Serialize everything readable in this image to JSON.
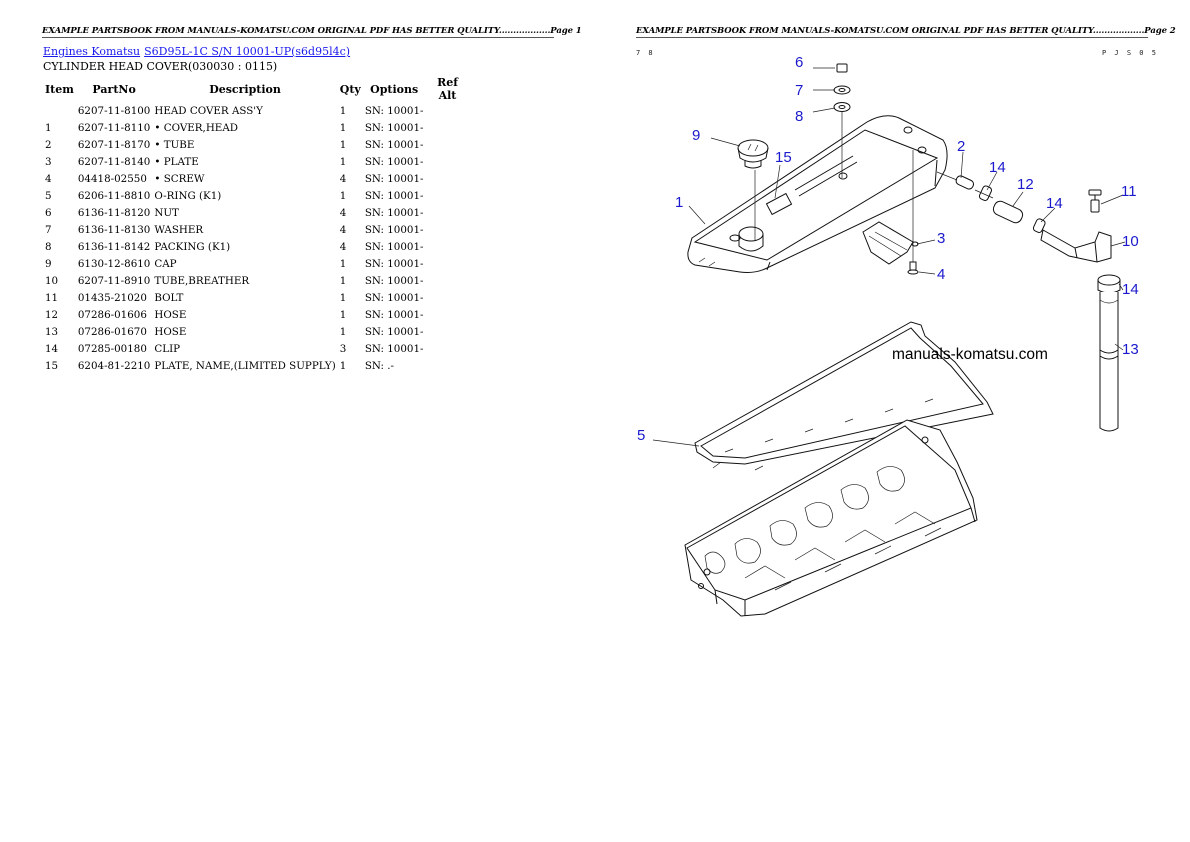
{
  "pages": {
    "left_header": "EXAMPLE PARTSBOOK FROM MANUALS-KOMATSU.COM ORIGINAL PDF HAS BETTER QUALITY..................Page 1",
    "right_header": "EXAMPLE PARTSBOOK FROM MANUALS-KOMATSU.COM ORIGINAL PDF HAS BETTER QUALITY..................Page 2"
  },
  "breadcrumb": {
    "link1": "Engines Komatsu",
    "link2": "S6D95L-1C S/N 10001-UP(s6d95l4c)"
  },
  "section_title": "CYLINDER HEAD COVER(030030 : 0115)",
  "table": {
    "headers": [
      "Item",
      "PartNo",
      "Description",
      "Qty",
      "Options",
      "Ref Alt"
    ],
    "rows": [
      {
        "item": "",
        "partno": "6207-11-8100",
        "desc": "HEAD COVER ASS'Y",
        "qty": "1",
        "opt": "SN: 10001-"
      },
      {
        "item": "1",
        "partno": "6207-11-8110",
        "desc": "• COVER,HEAD",
        "qty": "1",
        "opt": "SN: 10001-"
      },
      {
        "item": "2",
        "partno": "6207-11-8170",
        "desc": "• TUBE",
        "qty": "1",
        "opt": "SN: 10001-"
      },
      {
        "item": "3",
        "partno": "6207-11-8140",
        "desc": "• PLATE",
        "qty": "1",
        "opt": "SN: 10001-"
      },
      {
        "item": "4",
        "partno": "04418-02550",
        "desc": " • SCREW",
        "qty": "4",
        "opt": "SN: 10001-"
      },
      {
        "item": "5",
        "partno": "6206-11-8810",
        "desc": "O-RING (K1)",
        "qty": "1",
        "opt": "SN: 10001-"
      },
      {
        "item": "6",
        "partno": "6136-11-8120",
        "desc": "NUT",
        "qty": "4",
        "opt": "SN: 10001-"
      },
      {
        "item": "7",
        "partno": "6136-11-8130",
        "desc": "WASHER",
        "qty": "4",
        "opt": "SN: 10001-"
      },
      {
        "item": "8",
        "partno": "6136-11-8142",
        "desc": "PACKING (K1)",
        "qty": "4",
        "opt": "SN: 10001-"
      },
      {
        "item": "9",
        "partno": "6130-12-8610",
        "desc": "CAP",
        "qty": "1",
        "opt": "SN: 10001-"
      },
      {
        "item": "10",
        "partno": "6207-11-8910",
        "desc": "TUBE,BREATHER",
        "qty": "1",
        "opt": "SN: 10001-"
      },
      {
        "item": "11",
        "partno": "01435-21020",
        "desc": "BOLT",
        "qty": "1",
        "opt": "SN: 10001-"
      },
      {
        "item": "12",
        "partno": "07286-01606",
        "desc": "HOSE",
        "qty": "1",
        "opt": "SN: 10001-"
      },
      {
        "item": "13",
        "partno": "07286-01670",
        "desc": "HOSE",
        "qty": "1",
        "opt": "SN: 10001-"
      },
      {
        "item": "14",
        "partno": "07285-00180",
        "desc": "CLIP",
        "qty": "3",
        "opt": "SN: 10001-"
      },
      {
        "item": "15",
        "partno": "6204-81-2210",
        "desc": "PLATE, NAME,(LIMITED SUPPLY)",
        "qty": "1",
        "opt": "SN: .-"
      }
    ]
  },
  "diagram": {
    "code_left": "7 8",
    "code_right": "P J S 0 5",
    "watermark": "manuals-komatsu.com",
    "callouts": [
      "6",
      "7",
      "8",
      "9",
      "15",
      "1",
      "2",
      "14",
      "12",
      "14",
      "11",
      "3",
      "10",
      "4",
      "14",
      "13",
      "5"
    ]
  }
}
